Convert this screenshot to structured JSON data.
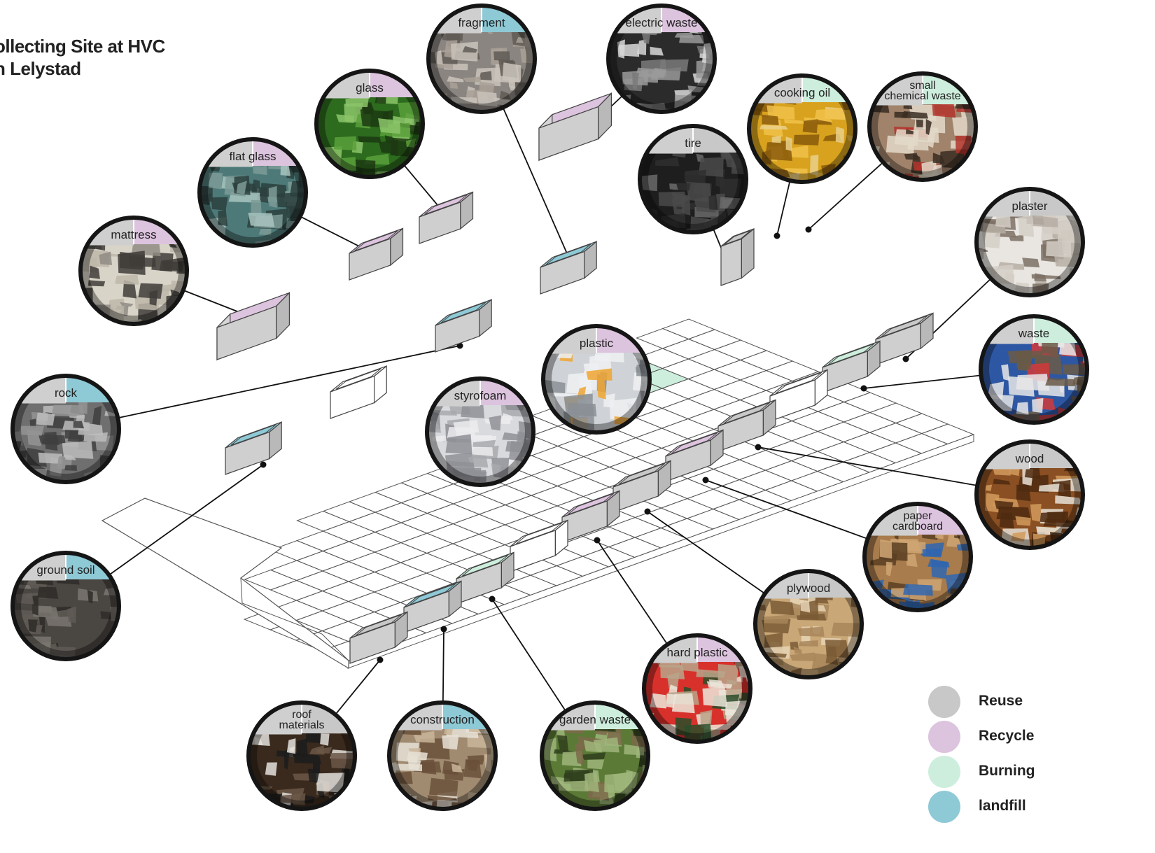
{
  "title": {
    "line1": "ollecting Site at HVC",
    "line2": "n Lelystad"
  },
  "colors": {
    "reuse": "#c8c8c8",
    "recycle": "#dcc3de",
    "burning": "#cdeedd",
    "landfill": "#8ec9d6",
    "header_gray": "#cfcfcf"
  },
  "legend": [
    {
      "category": "reuse",
      "label": "Reuse"
    },
    {
      "category": "recycle",
      "label": "Recycle"
    },
    {
      "category": "burning",
      "label": "Burning"
    },
    {
      "category": "landfill",
      "label": "landfill"
    }
  ],
  "materials": [
    {
      "id": "fragment",
      "lines": [
        "fragment"
      ],
      "category": "landfill",
      "photo": "rubble-fragments"
    },
    {
      "id": "electric-waste",
      "lines": [
        "electric waste"
      ],
      "category": "recycle",
      "photo": "appliances"
    },
    {
      "id": "glass",
      "lines": [
        "glass"
      ],
      "category": "recycle",
      "photo": "green-bottles"
    },
    {
      "id": "flat-glass",
      "lines": [
        "flat glass"
      ],
      "category": "recycle",
      "photo": "glass-panes"
    },
    {
      "id": "mattress",
      "lines": [
        "mattress"
      ],
      "category": "recycle",
      "photo": "stacked-mattresses"
    },
    {
      "id": "cooking-oil",
      "lines": [
        "cooking oil"
      ],
      "category": "burning",
      "photo": "oil-bottles"
    },
    {
      "id": "small-chemical-waste",
      "lines": [
        "small",
        "chemical waste"
      ],
      "category": "burning",
      "photo": "chemical-boxes"
    },
    {
      "id": "tire",
      "lines": [
        "tire"
      ],
      "category": "reuse",
      "photo": "tire-stack"
    },
    {
      "id": "plaster",
      "lines": [
        "plaster"
      ],
      "category": "reuse",
      "photo": "plaster-debris"
    },
    {
      "id": "waste",
      "lines": [
        "waste"
      ],
      "category": "burning",
      "photo": "mixed-waste"
    },
    {
      "id": "rock",
      "lines": [
        "rock"
      ],
      "category": "landfill",
      "photo": "gravel"
    },
    {
      "id": "plastic",
      "lines": [
        "plastic"
      ],
      "category": "recycle",
      "photo": "plastic-bags"
    },
    {
      "id": "styrofoam",
      "lines": [
        "styrofoam"
      ],
      "category": "recycle",
      "photo": "styrofoam-block"
    },
    {
      "id": "wood",
      "lines": [
        "wood"
      ],
      "category": "reuse",
      "photo": "wood-scraps"
    },
    {
      "id": "paper-cardboard",
      "lines": [
        "paper",
        "cardboard"
      ],
      "category": "recycle",
      "photo": "cardboard-boxes"
    },
    {
      "id": "ground-soil",
      "lines": [
        "ground soil"
      ],
      "category": "landfill",
      "photo": "soil"
    },
    {
      "id": "plywood",
      "lines": [
        "plywood"
      ],
      "category": "reuse",
      "photo": "plywood-sheets"
    },
    {
      "id": "hard-plastic",
      "lines": [
        "hard plastic"
      ],
      "category": "recycle",
      "photo": "hard-plastic-items"
    },
    {
      "id": "roof-materials",
      "lines": [
        "roof",
        "materials"
      ],
      "category": "reuse",
      "photo": "roofing-debris"
    },
    {
      "id": "construction",
      "lines": [
        "construction"
      ],
      "category": "landfill",
      "photo": "construction-rubble"
    },
    {
      "id": "garden-waste",
      "lines": [
        "garden waste"
      ],
      "category": "burning",
      "photo": "green-cuttings"
    }
  ],
  "containers": [
    {
      "id": "c-electric",
      "category": "recycle",
      "kind": "closed"
    },
    {
      "id": "c-glass",
      "category": "recycle",
      "kind": "open"
    },
    {
      "id": "c-flatglass",
      "category": "recycle",
      "kind": "open"
    },
    {
      "id": "c-mattress",
      "category": "recycle",
      "kind": "closed"
    },
    {
      "id": "c-fragment",
      "category": "landfill",
      "kind": "open"
    },
    {
      "id": "c-rock",
      "category": "landfill",
      "kind": "open"
    },
    {
      "id": "c-empty-1",
      "category": "none",
      "kind": "open"
    },
    {
      "id": "c-soil",
      "category": "landfill",
      "kind": "open"
    },
    {
      "id": "c-tire",
      "category": "reuse",
      "kind": "open"
    },
    {
      "id": "c-plaster",
      "category": "reuse",
      "kind": "open"
    },
    {
      "id": "c-waste",
      "category": "burning",
      "kind": "open"
    },
    {
      "id": "c-empty-2",
      "category": "none",
      "kind": "open"
    },
    {
      "id": "c-wood",
      "category": "reuse",
      "kind": "open"
    },
    {
      "id": "c-paper",
      "category": "recycle",
      "kind": "open"
    },
    {
      "id": "c-plywood",
      "category": "reuse",
      "kind": "open"
    },
    {
      "id": "c-hardplastic",
      "category": "recycle",
      "kind": "open"
    },
    {
      "id": "c-empty-3",
      "category": "none",
      "kind": "open"
    },
    {
      "id": "c-garden",
      "category": "burning",
      "kind": "open"
    },
    {
      "id": "c-construction",
      "category": "landfill",
      "kind": "open"
    },
    {
      "id": "c-roof",
      "category": "reuse",
      "kind": "open"
    }
  ]
}
